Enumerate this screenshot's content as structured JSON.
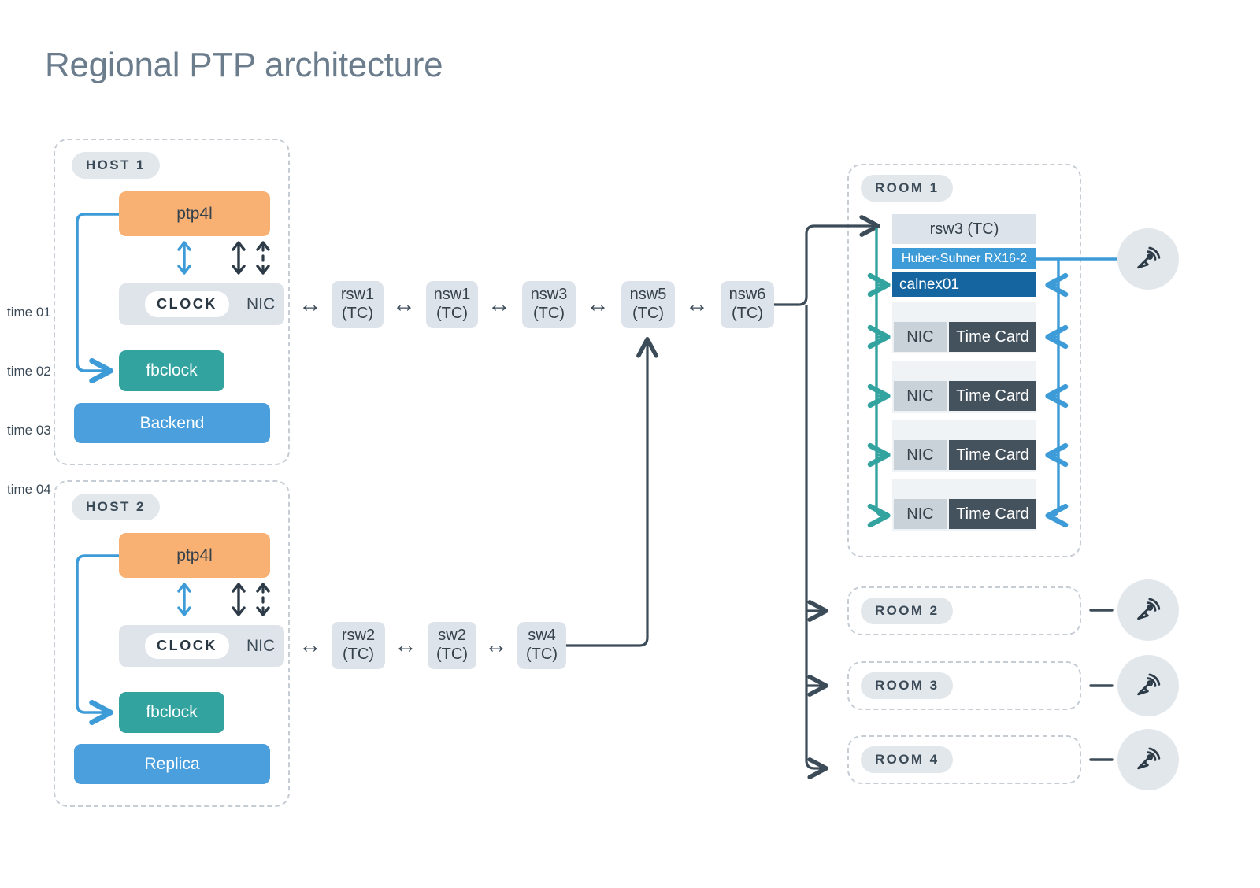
{
  "page": {
    "title": "Regional PTP architecture",
    "title_color": "#6b7c8c",
    "background": "#ffffff"
  },
  "colors": {
    "orange": "#f8b173",
    "teal": "#33a3a0",
    "blue": "#4a9fdc",
    "dark_blue": "#1565a0",
    "mid_blue": "#3d9bd8",
    "slate": "#44525e",
    "gray_node": "#dde3ea",
    "gray_nic": "#c9d1d9",
    "dashed_border": "#c6ccd4",
    "arrow_dark": "#3c4b58",
    "arrow_teal": "#33a3a0",
    "arrow_blue": "#3d9bd8"
  },
  "hosts": [
    {
      "badge": "HOST 1",
      "ptp4l": "ptp4l",
      "clock": "CLOCK",
      "nic": "NIC",
      "fbclock": "fbclock",
      "role": "Backend",
      "arrows": [
        "sync-arrow-blue",
        "sync-arrow-dark",
        "sync-arrow-dashed"
      ]
    },
    {
      "badge": "HOST 2",
      "ptp4l": "ptp4l",
      "clock": "CLOCK",
      "nic": "NIC",
      "fbclock": "fbclock",
      "role": "Replica",
      "arrows": [
        "sync-arrow-blue",
        "sync-arrow-dark",
        "sync-arrow-dashed"
      ]
    }
  ],
  "switch_chains": [
    {
      "name": "host1-chain",
      "nodes": [
        {
          "name": "rsw1",
          "type": "(TC)"
        },
        {
          "name": "nsw1",
          "type": "(TC)"
        },
        {
          "name": "nsw3",
          "type": "(TC)"
        },
        {
          "name": "nsw5",
          "type": "(TC)"
        },
        {
          "name": "nsw6",
          "type": "(TC)"
        }
      ]
    },
    {
      "name": "host2-chain",
      "nodes": [
        {
          "name": "rsw2",
          "type": "(TC)"
        },
        {
          "name": "sw2",
          "type": "(TC)"
        },
        {
          "name": "sw4",
          "type": "(TC)"
        }
      ]
    }
  ],
  "bidi_glyph": "↔",
  "rooms": [
    {
      "badge": "ROOM 1",
      "rsw": "rsw3 (TC)",
      "splitter": "Huber-Suhner RX16-2",
      "calnex": "calnex01",
      "time_servers": [
        {
          "label": "time 01",
          "nic": "NIC",
          "card": "Time Card"
        },
        {
          "label": "time 02",
          "nic": "NIC",
          "card": "Time Card"
        },
        {
          "label": "time 03",
          "nic": "NIC",
          "card": "Time Card"
        },
        {
          "label": "time 04",
          "nic": "NIC",
          "card": "Time Card"
        }
      ],
      "antenna": "gnss-antenna-icon"
    },
    {
      "badge": "ROOM 2",
      "antenna": "gnss-antenna-icon"
    },
    {
      "badge": "ROOM 3",
      "antenna": "gnss-antenna-icon"
    },
    {
      "badge": "ROOM 4",
      "antenna": "gnss-antenna-icon"
    }
  ]
}
